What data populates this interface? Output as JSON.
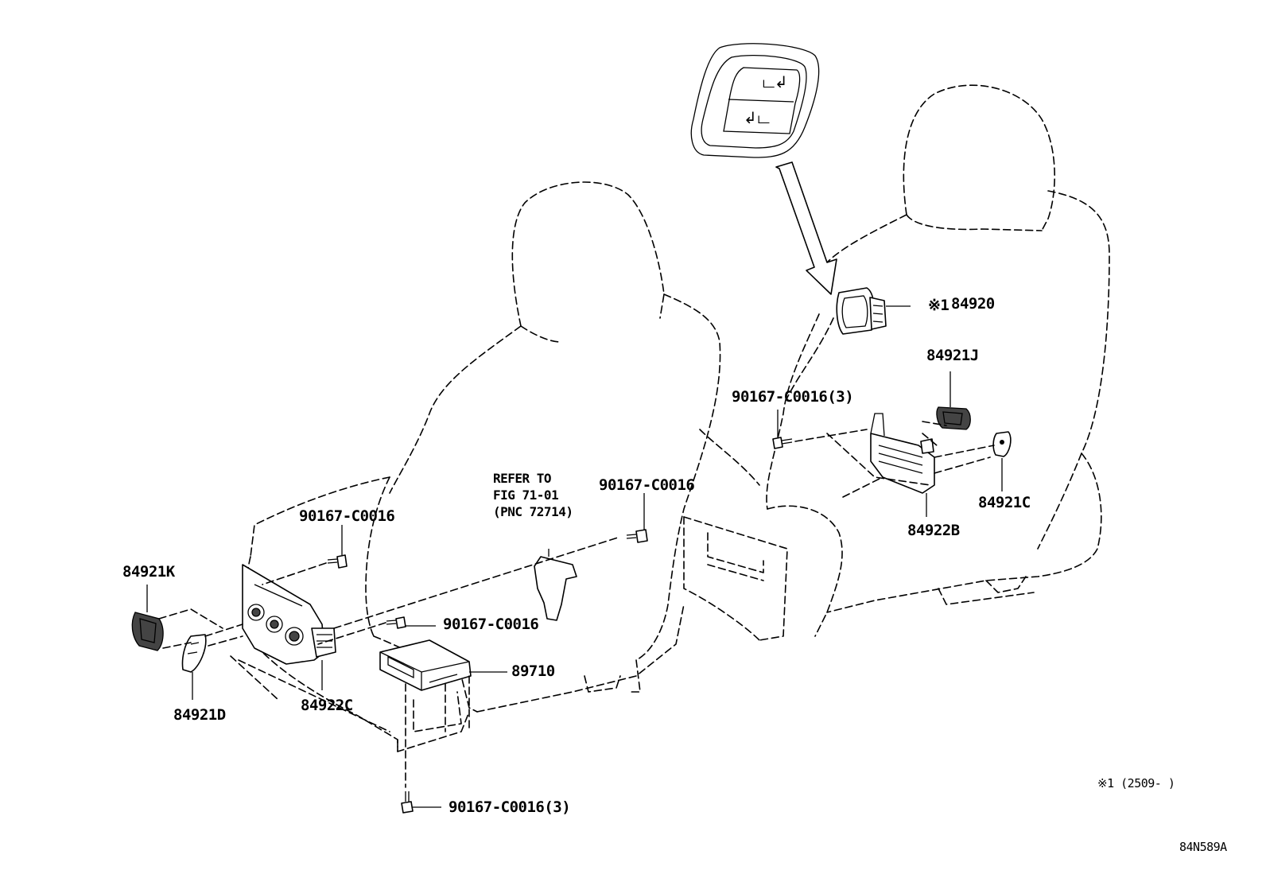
{
  "labels": {
    "p84920": "84920",
    "p84920_mark": "※1",
    "p84921J": "84921J",
    "p84921C": "84921C",
    "p84922B": "84922B",
    "p84921K": "84921K",
    "p84921D": "84921D",
    "p84922C": "84922C",
    "p89710": "89710",
    "bolt_upper_right": "90167-C0016(3)",
    "bolt_center": "90167-C0016",
    "bolt_left": "90167-C0016",
    "bolt_mid": "90167-C0016",
    "bolt_bottom": "90167-C0016(3)",
    "refer_line1": "REFER TO",
    "refer_line2": "FIG 71-01",
    "refer_line3": "(PNC 72714)"
  },
  "footnote": "※1 (2509-      )",
  "diagram_id": "84N589A"
}
